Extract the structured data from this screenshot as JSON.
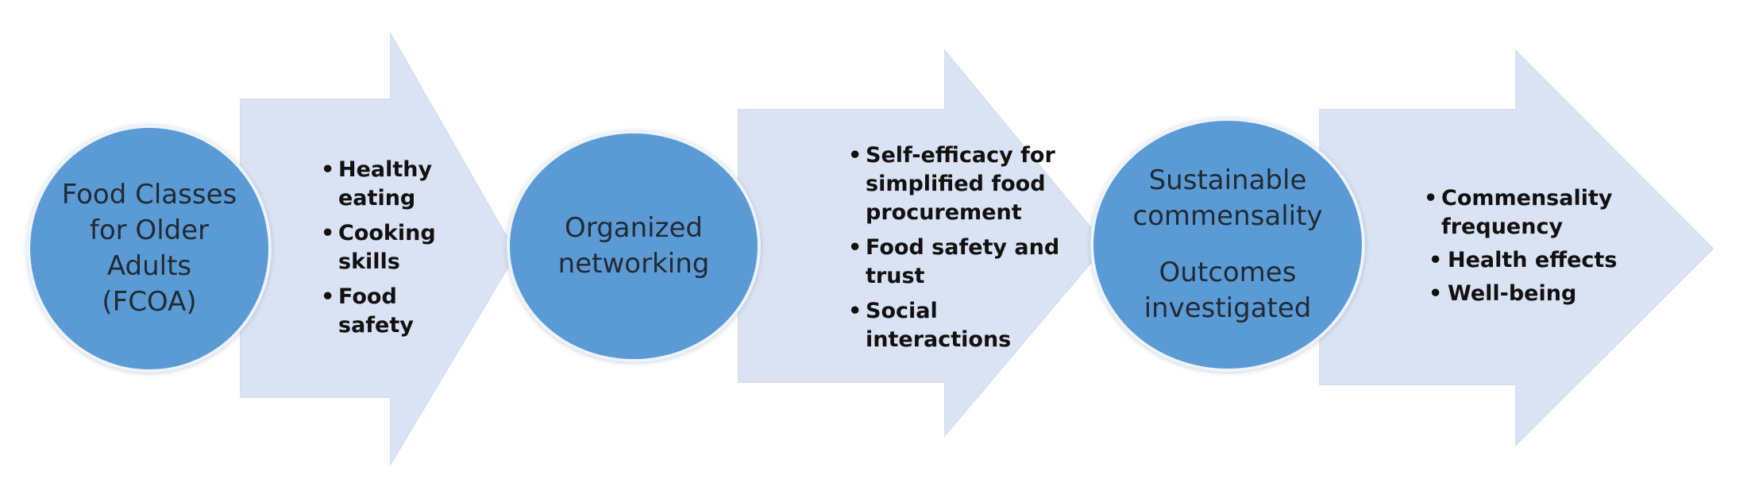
{
  "colors": {
    "circle_fill": "#5b9bd5",
    "arrow_fill": "#dae3f3",
    "text": "#222a33"
  },
  "stages": [
    {
      "circle_lines": [
        "Food Classes",
        "for Older",
        "Adults",
        "(FCOA)"
      ],
      "bullets": [
        "Healthy eating",
        "Cooking skills",
        "Food safety"
      ]
    },
    {
      "circle_lines": [
        "Organized",
        "networking"
      ],
      "bullets": [
        "Self-efficacy for simplified food procurement",
        "Food safety and trust",
        "Social interactions"
      ]
    },
    {
      "circle_title": [
        "Sustainable",
        "commensality"
      ],
      "circle_subtitle": [
        "Outcomes",
        "investigated"
      ],
      "bullets": [
        "Commensality frequency",
        "Health effects",
        "Well-being"
      ]
    }
  ]
}
